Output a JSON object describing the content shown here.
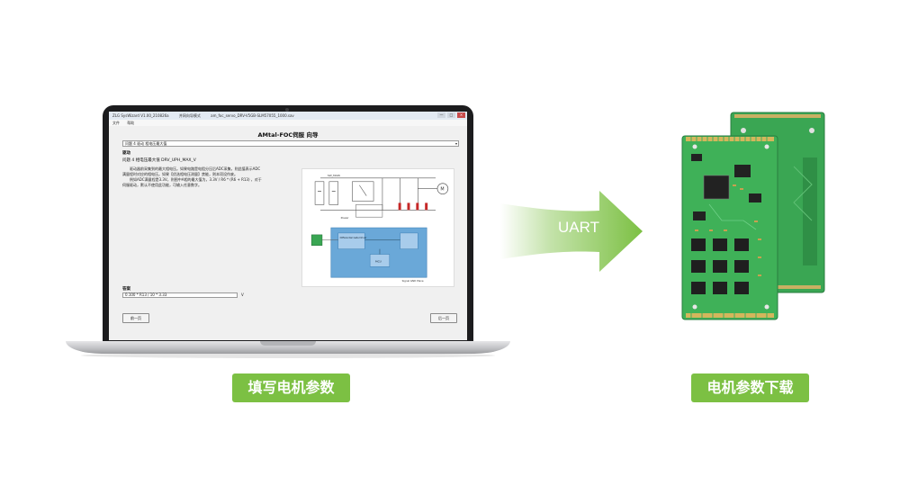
{
  "software": {
    "titlebar": {
      "app": "ZLG SysWizard  V1.00_210826a",
      "mode": "并网向导模式",
      "file": "am_foc_servo_DRV-V5GB-SLM57055_1000.sav"
    },
    "window_buttons": [
      "—",
      "□",
      "×"
    ],
    "menu": [
      "文件",
      "帮助"
    ],
    "wizard_title": "AMtal-FOC伺服 向导",
    "step_select": "问题 4  驱动      相电压最大值",
    "section": "驱动",
    "question": "问题 4 相电压最大值   DRV_UPH_MAX_V",
    "description": [
      "驱动器前采集到的最大相电压。如果电路是电阻分压后ADC采集，则此值表示ADC",
      "满量程时对应的相电压。如果【优选相电压测量】禁能，则本项设作废。",
      "例如ADC满量程是3.3V，则图中A相的最大值为，3.3V / R6 * (R6 + R13) ，对于",
      "伺服驱动，默认不使用此功能，可输入任意数字。"
    ],
    "diagram_labels": {
      "sw": "SW_MAIN",
      "driver": "Differential Gate Driver",
      "mcu": "MCU",
      "phase": "Signal GND Plane",
      "power": "Power"
    },
    "param_label": "答案",
    "param_value": "0.100 * R13 / 10 * 3.33",
    "param_unit": "V",
    "prev_button": "前一页",
    "next_button": "后一页"
  },
  "arrow_label": "UART",
  "left_caption": "填写电机参数",
  "right_caption": "电机参数下载",
  "colors": {
    "accent_green": "#7cc043",
    "pcb_green": "#3aa653",
    "highlight_blue": "#6aa8d8"
  }
}
